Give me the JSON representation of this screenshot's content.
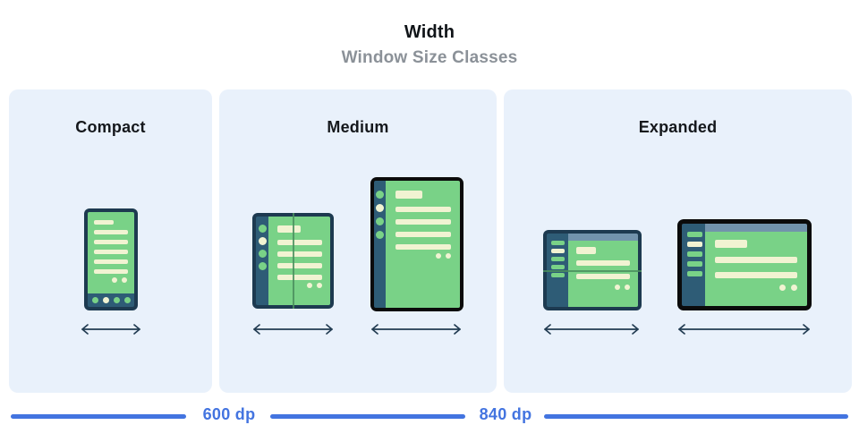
{
  "header": {
    "title": "Width",
    "subtitle": "Window Size Classes"
  },
  "panels": {
    "compact": {
      "label": "Compact"
    },
    "medium": {
      "label": "Medium"
    },
    "expanded": {
      "label": "Expanded"
    }
  },
  "ruler": {
    "labels": [
      "600 dp",
      "840 dp"
    ]
  },
  "icons": {
    "width_arrow": "double-headed-horizontal-arrow"
  },
  "colors": {
    "panel_bg": "#e9f1fb",
    "screen_green": "#79d287",
    "content_cream": "#f1f3d2",
    "frame_navy": "#1d3a50",
    "rail_slate": "#2e5c76",
    "app_bar_slate": "#7293ac",
    "frame_black": "#0b0b0b",
    "fold_line_green": "#4a8f5e",
    "arrow_navy": "#223c52",
    "accent_blue": "#4374e0",
    "subtitle_gray": "#8b9198"
  }
}
